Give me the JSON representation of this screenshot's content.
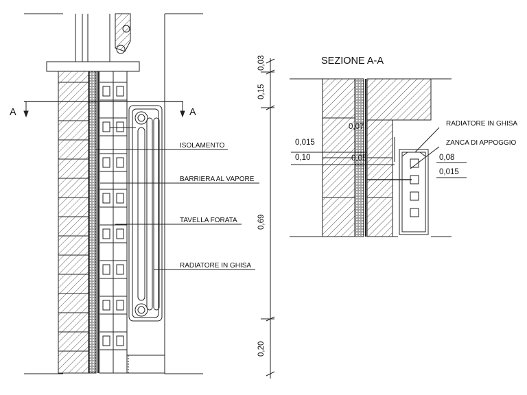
{
  "section_title": "SEZIONE A-A",
  "section_marker": "A",
  "labels": {
    "isolamento": "ISOLAMENTO",
    "barriera": "BARRIERA AL VAPORE",
    "tavella": "TAVELLA FORATA",
    "radiatore": "RADIATORE IN GHISA"
  },
  "section_labels": {
    "radiatore": "RADIATORE IN GHISA",
    "zanca": "ZANCA DI APPOGGIO"
  },
  "vertical_dims": [
    "0,03",
    "0,15",
    "0,69",
    "0,20"
  ],
  "section_dims": {
    "left_015": "0,015",
    "left_010": "0,10",
    "inner_top": "0,07",
    "inner_mid": "0,05",
    "right_008": "0,08",
    "right_015": "0,015"
  }
}
